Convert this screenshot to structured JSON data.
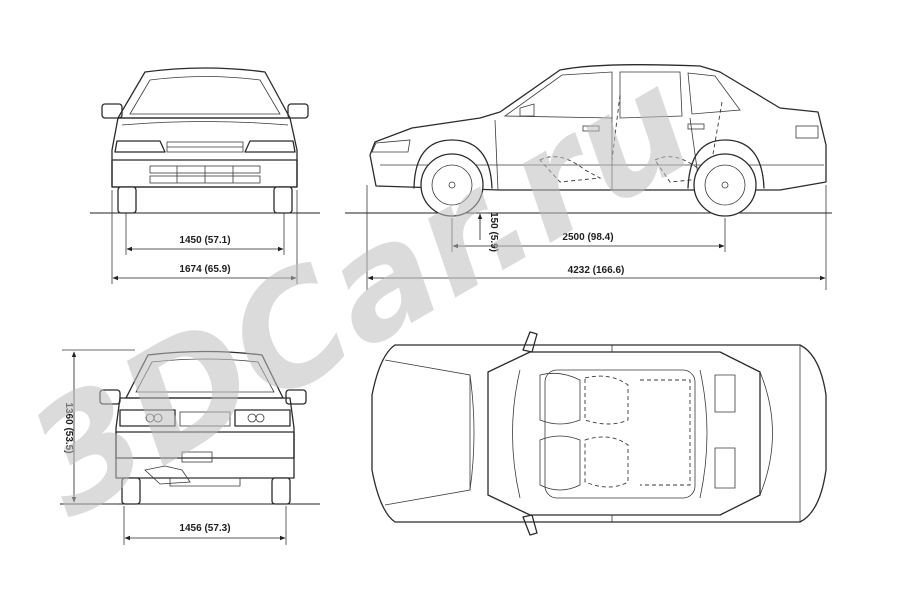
{
  "watermark": {
    "text": "3DCar.ru"
  },
  "dimensions": {
    "front_track": "1450 (57.1)",
    "overall_width": "1674 (65.9)",
    "ground_clearance": "150 (5.9)",
    "wheelbase": "2500 (98.4)",
    "overall_length": "4232 (166.6)",
    "overall_height": "1360 (53.5)",
    "rear_track": "1456 (57.3)"
  }
}
